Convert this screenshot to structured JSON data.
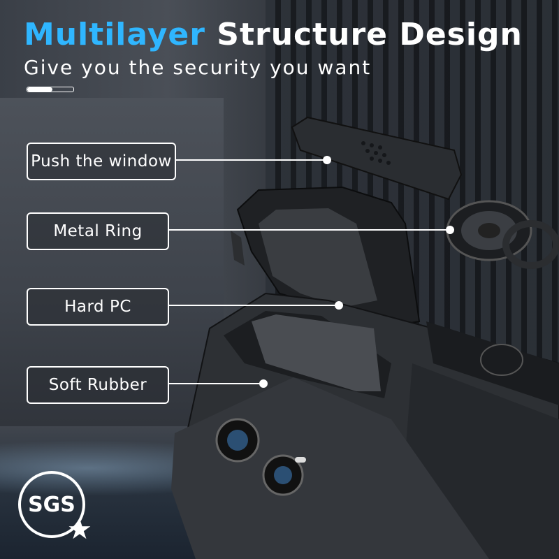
{
  "header": {
    "title_accent": "Multilayer",
    "title_rest": " Structure Design",
    "subtitle": "Give you the security you want",
    "progress": 0.55
  },
  "callouts": [
    {
      "label": "Push the window"
    },
    {
      "label": "Metal Ring"
    },
    {
      "label": "Hard PC"
    },
    {
      "label": "Soft Rubber"
    }
  ],
  "badge": {
    "text": "SGS"
  },
  "colors": {
    "accent": "#2fb6ff",
    "text": "#ffffff"
  },
  "icons": {
    "badge_star": "star-icon"
  }
}
